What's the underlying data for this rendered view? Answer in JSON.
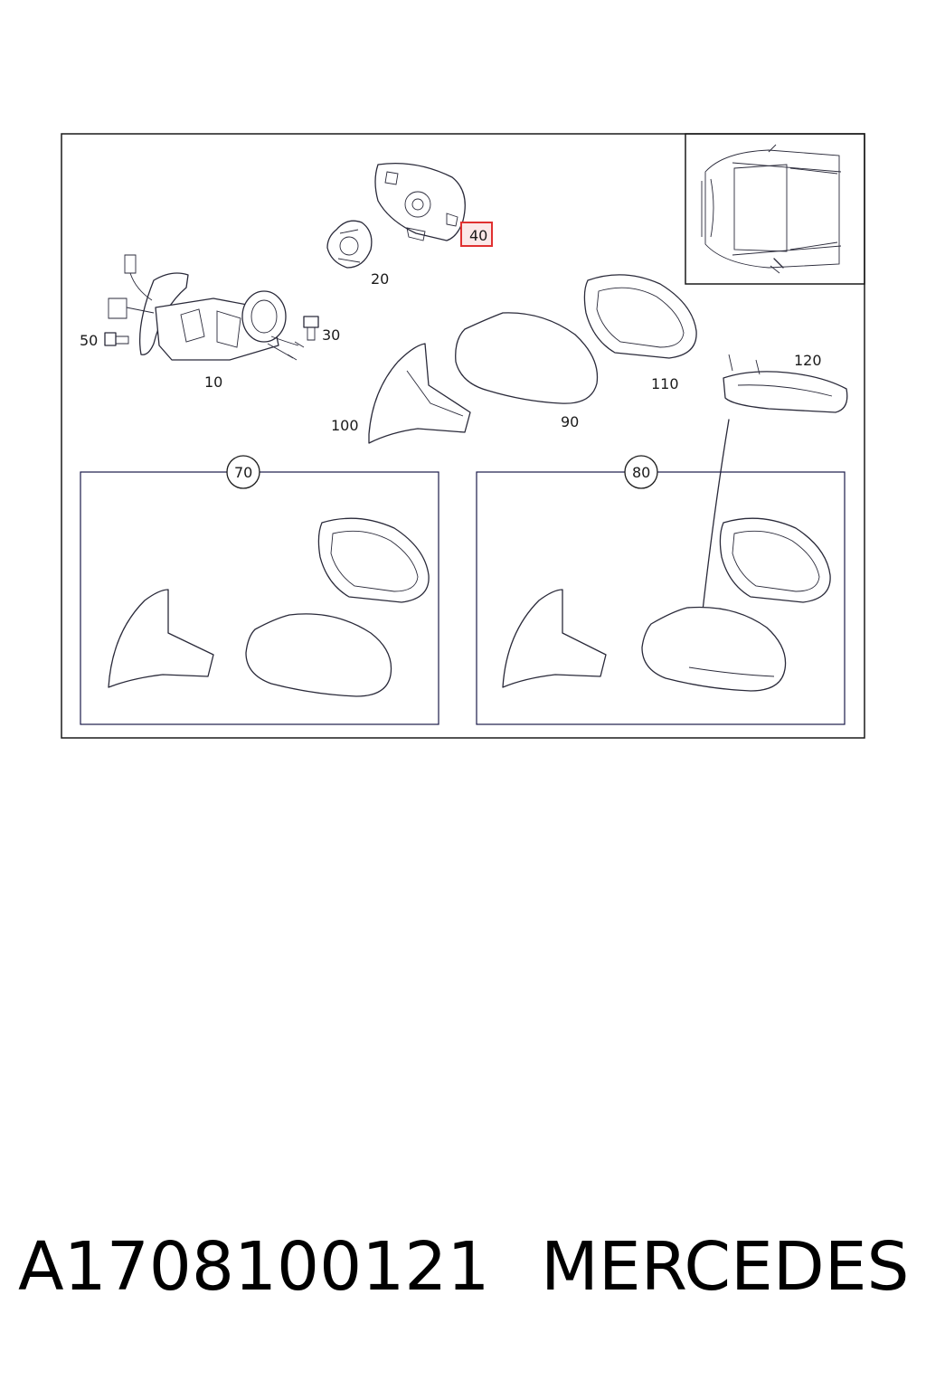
{
  "callouts": {
    "p10": "10",
    "p20": "20",
    "p30": "30",
    "p40": "40",
    "p50": "50",
    "p70": "70",
    "p80": "80",
    "p90": "90",
    "p100": "100",
    "p110": "110",
    "p120": "120"
  },
  "highlight_color": "#e03030",
  "footer": {
    "part_number": "A1708100121",
    "brand": "MERCEDES"
  }
}
